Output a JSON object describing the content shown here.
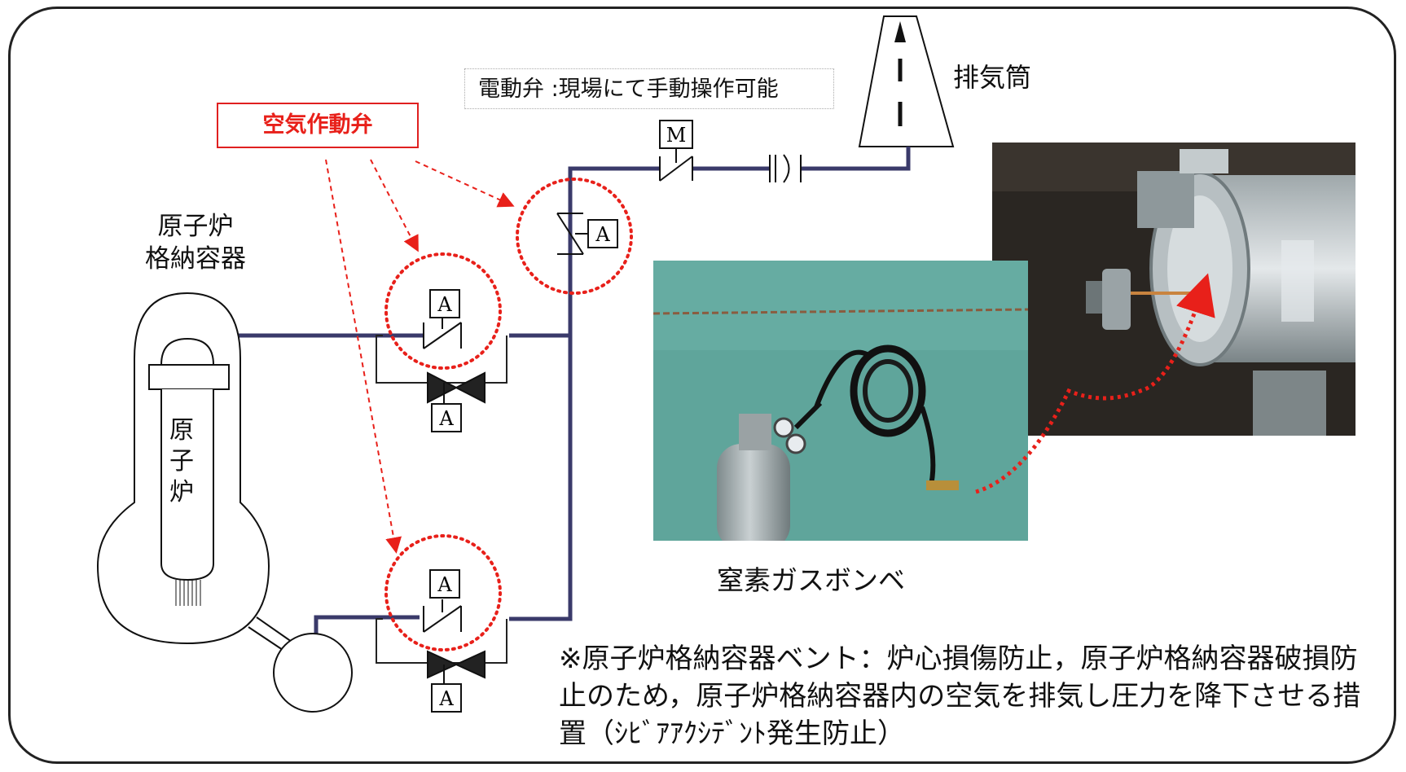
{
  "labels": {
    "motor_valve_legend": "電動弁 :現場にて手動操作可能",
    "air_valve_legend": "空気作動弁",
    "exhaust_stack": "排気筒",
    "containment": "原子炉\n格納容器",
    "reactor": "原子炉",
    "nitrogen_bottle": "窒素ガスボンベ",
    "note": "※原子炉格納容器ベント：炉心損傷防止，原子炉格納容器破損防止のため，原子炉格納容器内の空気を排気し圧力を降下させる措置（ｼﾋﾞｱｱｸｼﾃﾞﾝﾄ発生防止）"
  },
  "valve_markers": {
    "air": "A",
    "motor": "M"
  },
  "colors": {
    "pipe": "#3a3a6a",
    "highlight": "#e8201a",
    "outline": "#111111"
  }
}
